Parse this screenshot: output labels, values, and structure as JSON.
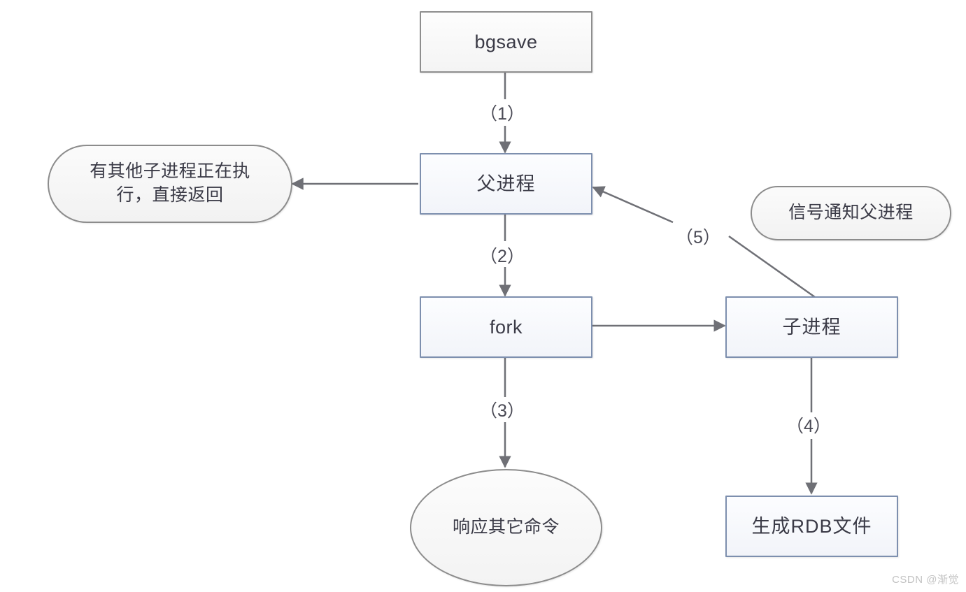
{
  "diagram": {
    "title": "bgsave flow",
    "colors": {
      "process_border": "#7d8fae",
      "plain_border": "#8e8e8e",
      "terminator_border": "#8c8c8c",
      "edge": "#6f7076",
      "text": "#3a3a46",
      "background": "#ffffff",
      "watermark": "#c2c2c2"
    },
    "nodes": [
      {
        "id": "bgsave",
        "label": "bgsave",
        "shape": "rect"
      },
      {
        "id": "parent",
        "label": "父进程",
        "shape": "rect"
      },
      {
        "id": "fork",
        "label": "fork",
        "shape": "rect"
      },
      {
        "id": "child",
        "label": "子进程",
        "shape": "rect"
      },
      {
        "id": "rdb",
        "label": "生成RDB文件",
        "shape": "rect"
      },
      {
        "id": "busy",
        "label": "有其他子进程正在执行，直接返回",
        "shape": "stadium"
      },
      {
        "id": "signal",
        "label": "信号通知父进程",
        "shape": "stadium"
      },
      {
        "id": "respond",
        "label": "响应其它命令",
        "shape": "ellipse"
      }
    ],
    "node_labels": {
      "bgsave": "bgsave",
      "parent": "父进程",
      "fork": "fork",
      "child": "子进程",
      "rdb": "生成RDB文件",
      "busy_line1": "有其他子进程正在执",
      "busy_line2": "行，直接返回",
      "signal": "信号通知父进程",
      "respond": "响应其它命令"
    },
    "edges": [
      {
        "id": "e1",
        "from": "bgsave",
        "to": "parent",
        "label": "（1）"
      },
      {
        "id": "e2",
        "from": "parent",
        "to": "fork",
        "label": "（2）"
      },
      {
        "id": "e3",
        "from": "fork",
        "to": "respond",
        "label": "（3）"
      },
      {
        "id": "e4",
        "from": "child",
        "to": "rdb",
        "label": "（4）"
      },
      {
        "id": "e5",
        "from": "child",
        "to": "parent",
        "label": "（5）"
      },
      {
        "id": "e6",
        "from": "parent",
        "to": "busy",
        "label": ""
      },
      {
        "id": "e7",
        "from": "fork",
        "to": "child",
        "label": ""
      }
    ],
    "edge_labels": {
      "e1": "（1）",
      "e2": "（2）",
      "e3": "（3）",
      "e4": "（4）",
      "e5": "（5）"
    },
    "watermark": "CSDN @渐觉"
  }
}
